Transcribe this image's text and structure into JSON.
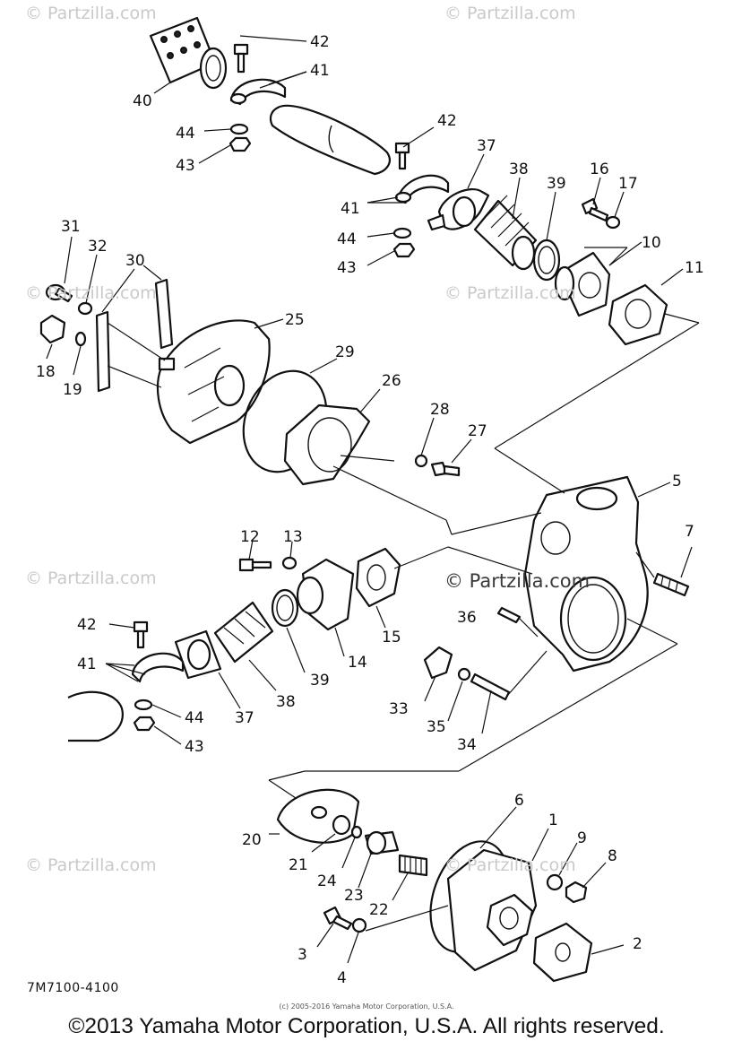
{
  "watermarks": {
    "brand_text": "© Partzilla.com",
    "center_text": "© Partzilla.com"
  },
  "callouts": [
    "42",
    "41",
    "40",
    "44",
    "43",
    "42",
    "37",
    "38",
    "39",
    "16",
    "17",
    "41",
    "44",
    "43",
    "10",
    "11",
    "31",
    "32",
    "30",
    "25",
    "18",
    "19",
    "29",
    "26",
    "28",
    "27",
    "5",
    "7",
    "12",
    "13",
    "14",
    "15",
    "36",
    "42",
    "41",
    "38",
    "39",
    "37",
    "44",
    "43",
    "33",
    "35",
    "34",
    "6",
    "1",
    "9",
    "8",
    "20",
    "21",
    "24",
    "23",
    "22",
    "3",
    "4",
    "2"
  ],
  "footer": {
    "diagram_code": "7M7100-4100",
    "small_copyright": "(c) 2005-2016 Yamaha Motor Corporation, U.S.A.",
    "copyright": "©2013 Yamaha Motor Corporation, U.S.A. All rights reserved."
  }
}
